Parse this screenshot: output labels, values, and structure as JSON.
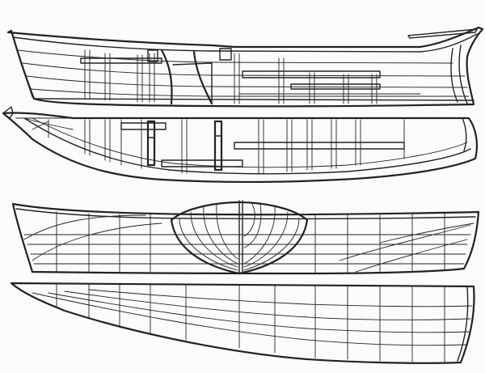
{
  "drawing": {
    "background": "#fbfbf9",
    "ink": "#222222",
    "views": [
      {
        "name": "interior-construction-profile"
      },
      {
        "name": "interior-construction-plan"
      },
      {
        "name": "lines-profile-with-body-plan"
      },
      {
        "name": "lines-half-breadth-plan"
      }
    ]
  }
}
